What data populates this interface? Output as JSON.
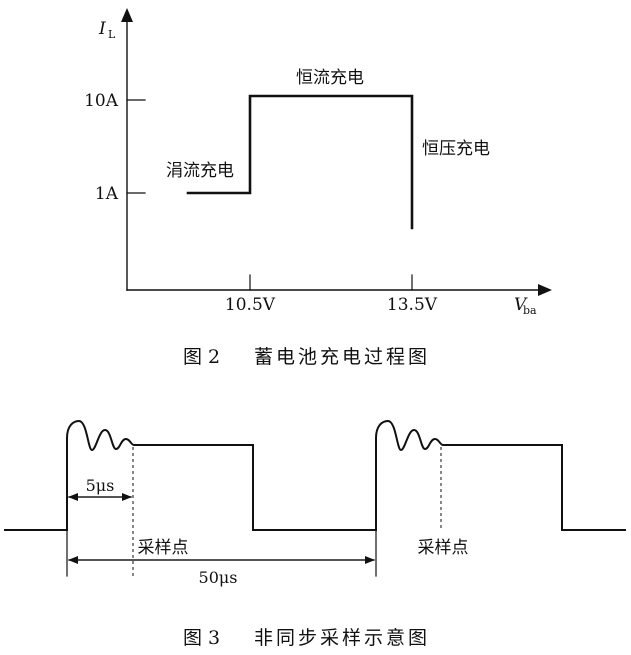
{
  "figure2": {
    "y_axis_label": "I",
    "y_axis_sub": "L",
    "x_axis_label": "V",
    "x_axis_sub": "ba",
    "y_ticks": [
      "10A",
      "1A"
    ],
    "x_ticks": [
      "10.5V",
      "13.5V"
    ],
    "stage_trickle": "涓流充电",
    "stage_constant_current": "恒流充电",
    "stage_constant_voltage": "恒压充电",
    "caption_number": "图 2",
    "caption_text": "蓄电池充电过程图"
  },
  "figure3": {
    "pulse_width_label": "5μs",
    "period_label": "50μs",
    "sample_point_label_1": "采样点",
    "sample_point_label_2": "采样点",
    "caption_number": "图 3",
    "caption_text": "非同步采样示意图"
  }
}
